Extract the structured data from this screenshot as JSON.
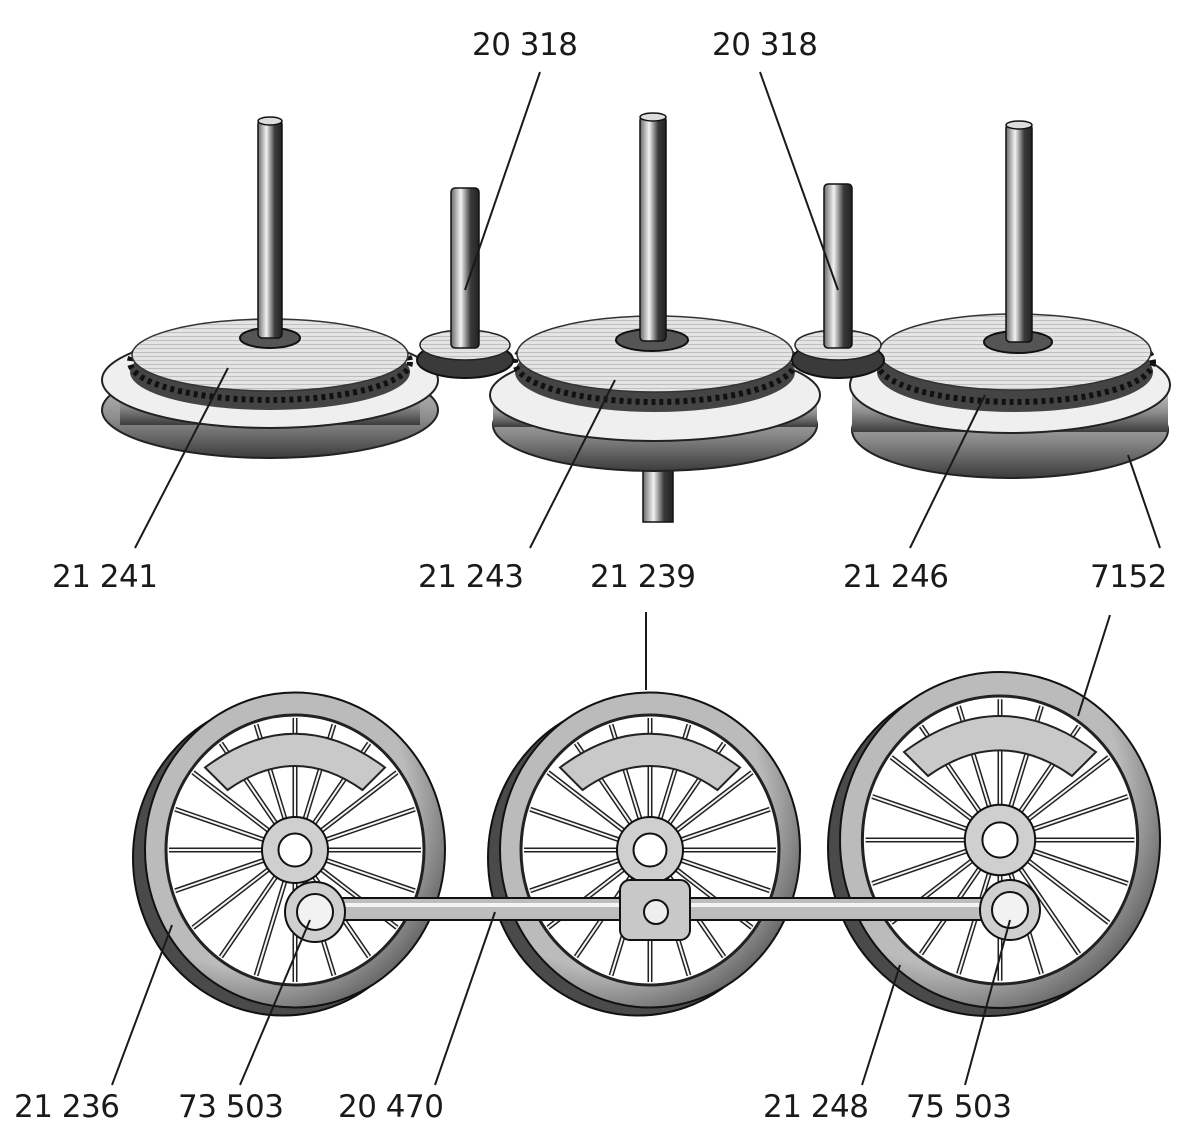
{
  "colors": {
    "ink": "#1a1a1a",
    "metal_light": "#efefef",
    "metal_mid": "#bdbdbd",
    "metal_dark": "#4a4a4a",
    "paper": "#ffffff"
  },
  "labels": {
    "gear_idler_1": "20 318",
    "gear_idler_2": "20 318",
    "gear_left": "21 241",
    "gear_middle": "21 243",
    "wheel_middle": "21 239",
    "gear_right": "21 246",
    "tire_right": "7152",
    "wheel_left": "21 236",
    "crank_left": "73 503",
    "coupling_rod": "20 470",
    "wheel_right": "21 248",
    "crank_right": "75 503"
  }
}
